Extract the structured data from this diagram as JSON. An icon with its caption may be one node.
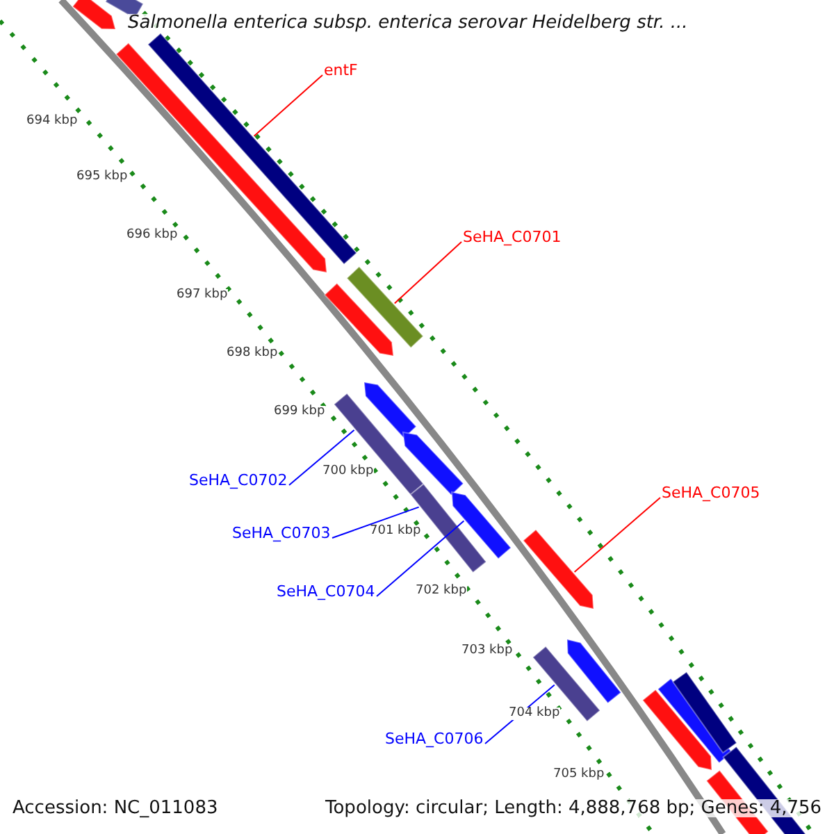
{
  "diagram": {
    "title": "Salmonella enterica subsp. enterica serovar Heidelberg str. ...",
    "nodes": [
      {
        "text": [
          "entF"
        ]
      },
      {
        "text": [
          "SeHA_C0701"
        ]
      },
      {
        "text": [
          "SeHA_C0702"
        ]
      },
      {
        "text": [
          "SeHA_C0703"
        ]
      },
      {
        "text": [
          "SeHA_C0704"
        ]
      },
      {
        "text": [
          "SeHA_C0705"
        ]
      },
      {
        "text": [
          "SeHA_C0706"
        ]
      },
      {
        "text": [],
        "shape": "bar"
      },
      {
        "text": [],
        "shape": "bar"
      },
      {
        "text": [],
        "shape": "bar"
      },
      {
        "text": [],
        "shape": "bar"
      },
      {
        "text": [],
        "shape": "bar"
      },
      {
        "text": [],
        "shape": "bar"
      },
      {
        "text": [],
        "shape": "bar"
      },
      {
        "text": [],
        "shape": "bar"
      },
      {
        "text": [],
        "shape": "bar"
      },
      {
        "text": [],
        "shape": "bar"
      },
      {
        "text": [],
        "shape": "bar"
      },
      {
        "text": [],
        "shape": "bar"
      },
      {
        "text": [],
        "shape": "bar"
      },
      {
        "text": [],
        "shape": "bar"
      },
      {
        "text": [],
        "shape": "bar"
      },
      {
        "text": [],
        "shape": "bar"
      },
      {
        "text": [],
        "shape": "bar"
      },
      {
        "text": [],
        "shape": "bar"
      },
      {
        "text": [],
        "shape": "bar"
      }
    ],
    "edges": [
      {
        "from": 0,
        "to": 10,
        "arrow": "none",
        "color": "#ff0000"
      },
      {
        "from": 1,
        "to": 12,
        "arrow": "none",
        "color": "#ff0000"
      },
      {
        "from": 2,
        "to": 13,
        "arrow": "none"
      },
      {
        "from": 3,
        "to": 14,
        "arrow": "none"
      },
      {
        "from": 4,
        "to": 17,
        "arrow": "none"
      },
      {
        "from": 5,
        "to": 18,
        "arrow": "none",
        "color": "#ff0000"
      },
      {
        "from": 6,
        "to": 19,
        "arrow": "none"
      }
    ],
    "labels": [
      "694 kbp",
      "695 kbp",
      "696 kbp",
      "697 kbp",
      "698 kbp",
      "699 kbp",
      "700 kbp",
      "701 kbp",
      "702 kbp",
      "703 kbp",
      "704 kbp",
      "705 kbp",
      "Accession: NC_011083",
      "Topology: circular; Length: 4,888,768 bp; Genes: 4,756"
    ]
  }
}
